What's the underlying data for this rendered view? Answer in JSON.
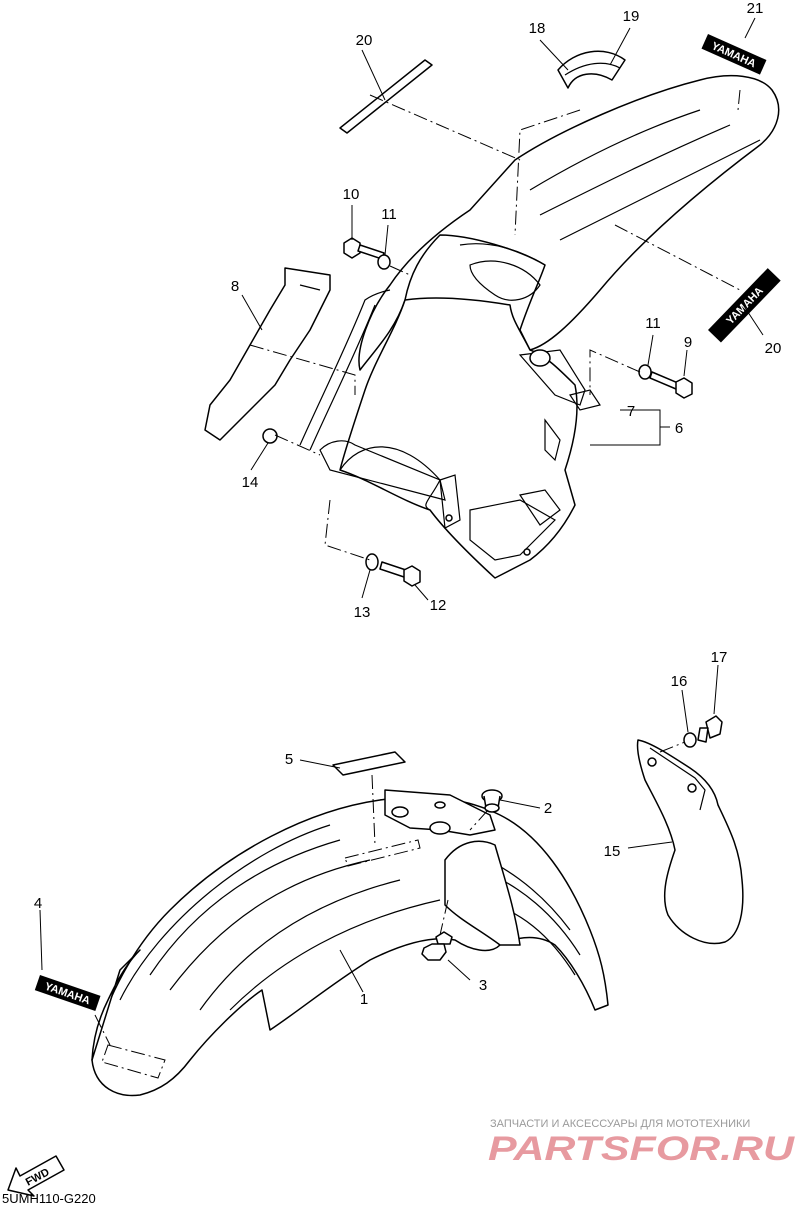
{
  "callouts": {
    "c1": "1",
    "c2": "2",
    "c3": "3",
    "c4": "4",
    "c5": "5",
    "c6": "6",
    "c7": "7",
    "c8": "8",
    "c9": "9",
    "c10": "10",
    "c11a": "11",
    "c11b": "11",
    "c12": "12",
    "c13": "13",
    "c14": "14",
    "c15": "15",
    "c16": "16",
    "c17": "17",
    "c18": "18",
    "c19": "19",
    "c20a": "20",
    "c20b": "20",
    "c21": "21"
  },
  "decals": {
    "front_brand": "YAMAHA",
    "rear_brand": "YAMAHA",
    "side_brand": "YAMAHA"
  },
  "fwd_label": "FWD",
  "diagram_code": "5UMH110-G220",
  "watermark": {
    "tagline": "ЗАПЧАСТИ И АКСЕССУАРЫ ДЛЯ МОТОТЕХНИКИ",
    "logo": "PARTSFOR.RU"
  },
  "colors": {
    "line": "#000000",
    "background": "#ffffff",
    "watermark_logo": "#e79aa0",
    "watermark_text": "#9a9a9a"
  }
}
